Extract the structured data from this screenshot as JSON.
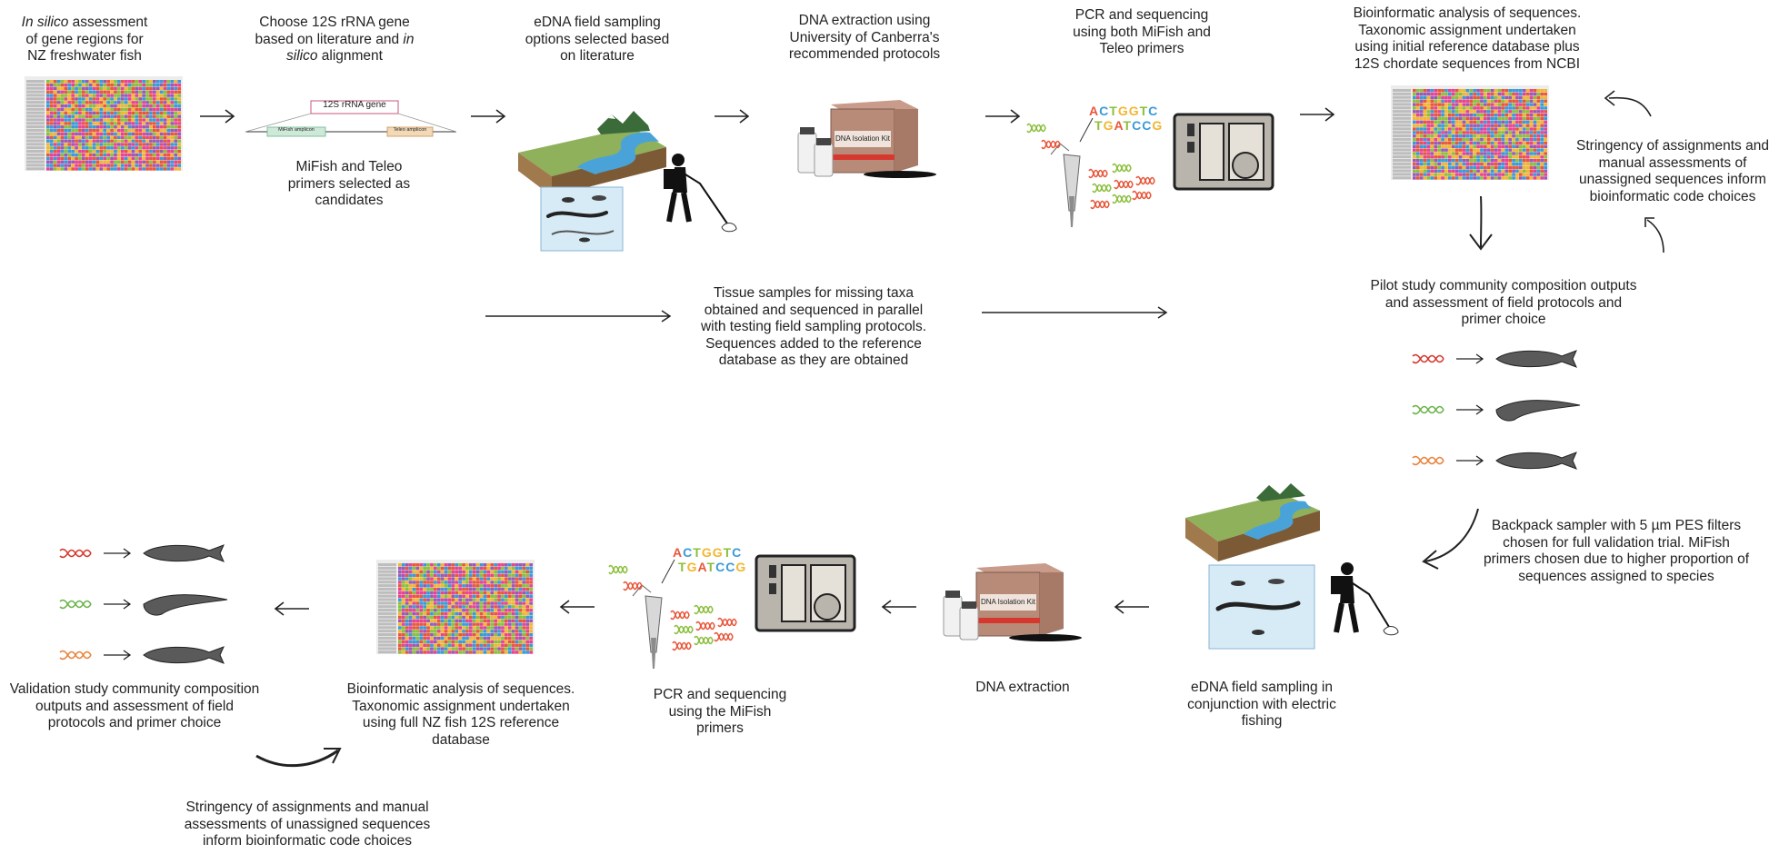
{
  "steps_top": {
    "insilico": {
      "italic": "In silico",
      "rest": " assessment of gene regions for NZ freshwater fish"
    },
    "choose_gene": {
      "line1": "Choose 12S rRNA gene based on literature and ",
      "italic": "in silico",
      "line2": " alignment"
    },
    "gene_box": "12S rRNA gene",
    "mifish_box": "MiFish amplicon",
    "teleo_box": "Teleo amplicon",
    "primers_selected": "MiFish and Teleo primers selected as candidates",
    "edna_options": "eDNA field sampling options selected based on literature",
    "dna_extraction": "DNA extraction using University of Canberra's recommended protocols",
    "pcr_both": "PCR and sequencing using both MiFish and Teleo primers",
    "bioinformatic_pilot": "Bioinformatic analysis of sequences. Taxonomic assignment undertaken using initial reference database plus 12S chordate sequences from NCBI",
    "stringency_top": "Stringency of assignments and manual assessments of unassigned sequences inform bioinformatic code choices"
  },
  "middle": {
    "tissue_samples": "Tissue samples for missing taxa obtained and sequenced in parallel with testing field sampling protocols. Sequences added to the reference database as they are obtained",
    "pilot_outputs": "Pilot study community composition outputs and assessment of field protocols and primer choice"
  },
  "steps_bottom": {
    "backpack": "Backpack sampler with 5 µm PES filters chosen for full validation trial. MiFish primers chosen due to higher proportion of sequences assigned to species",
    "edna_electric": "eDNA field sampling in conjunction with electric fishing",
    "dna_extraction": "DNA extraction",
    "pcr_mifish": "PCR and sequencing using the MiFish primers",
    "bioinformatic_full": "Bioinformatic analysis of sequences. Taxonomic assignment undertaken using full NZ fish 12S reference database",
    "validation_outputs": "Validation study community composition outputs and assessment of field protocols and primer choice",
    "stringency_bottom": "Stringency of assignments and manual assessments of unassigned sequences inform bioinformatic code choices"
  },
  "kit_label": "DNA Isolation Kit",
  "sequence_top": {
    "line1": "ACTGGTC",
    "line2": "TGATCCG"
  },
  "colors": {
    "A": "#e8573c",
    "C": "#3a9ad9",
    "T": "#8bbf3d",
    "G": "#f2b632",
    "line": "#222222"
  }
}
